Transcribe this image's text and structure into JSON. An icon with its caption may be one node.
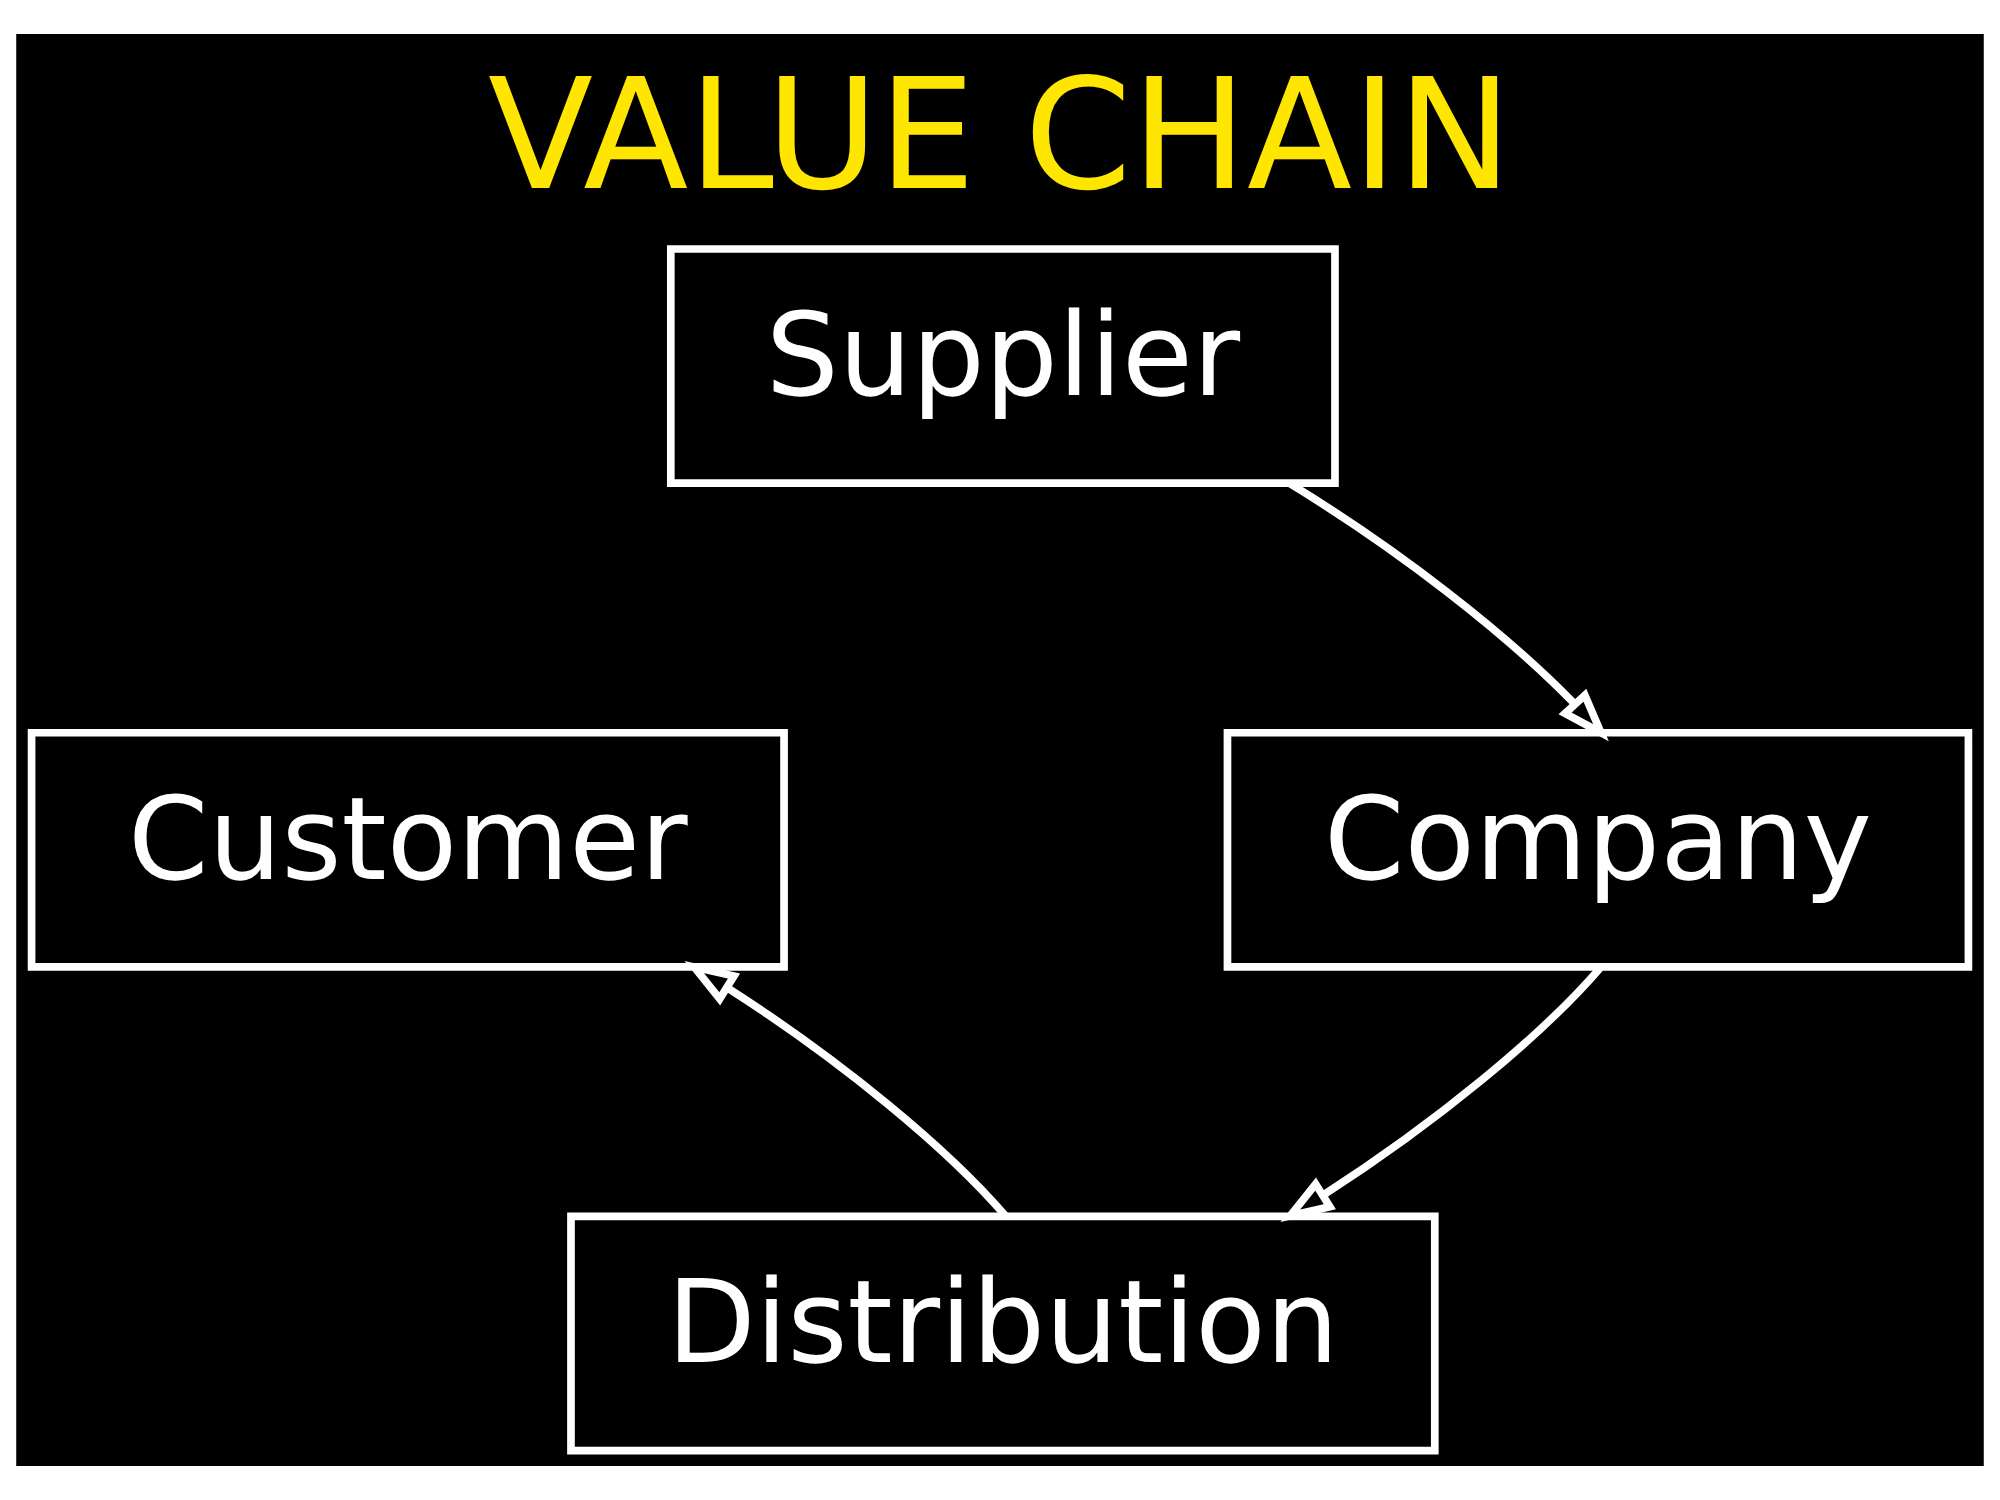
{
  "diagram": {
    "title": "VALUE CHAIN",
    "nodes": [
      {
        "text": [
          "Supplier"
        ]
      },
      {
        "text": [
          "Customer"
        ]
      },
      {
        "text": [
          "Company"
        ]
      },
      {
        "text": [
          "Distribution"
        ]
      }
    ],
    "edges": [
      {
        "from": 0,
        "to": 2,
        "arrow": "to"
      },
      {
        "from": 2,
        "to": 3,
        "arrow": "to"
      },
      {
        "from": 3,
        "to": 1,
        "arrow": "to"
      }
    ]
  }
}
